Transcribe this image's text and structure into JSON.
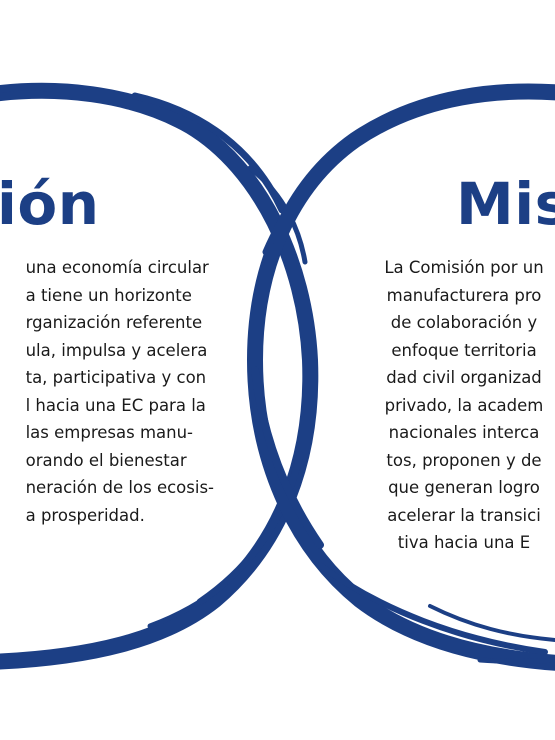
{
  "colors": {
    "brand_blue": "#1c3f85",
    "text": "#1a1a1a",
    "background": "#ffffff"
  },
  "vision": {
    "heading": "sión",
    "lines": [
      "una economía circular",
      "a tiene un horizonte",
      "rganización referente",
      "ula, impulsa y acelera",
      "ta, participativa y con",
      "l hacia una EC para la",
      "las empresas manu-",
      "orando el bienestar",
      "neración de los ecosis-",
      "a prosperidad."
    ]
  },
  "mision": {
    "heading": "Mis",
    "lines": [
      "La Comisión por un",
      "manufacturera pro",
      "de colaboración y",
      "enfoque territoria",
      "dad civil organizad",
      "privado, la academ",
      "nacionales interca",
      "tos, proponen y de",
      "que generan logro",
      "acelerar la transici",
      "tiva hacia una E"
    ]
  }
}
